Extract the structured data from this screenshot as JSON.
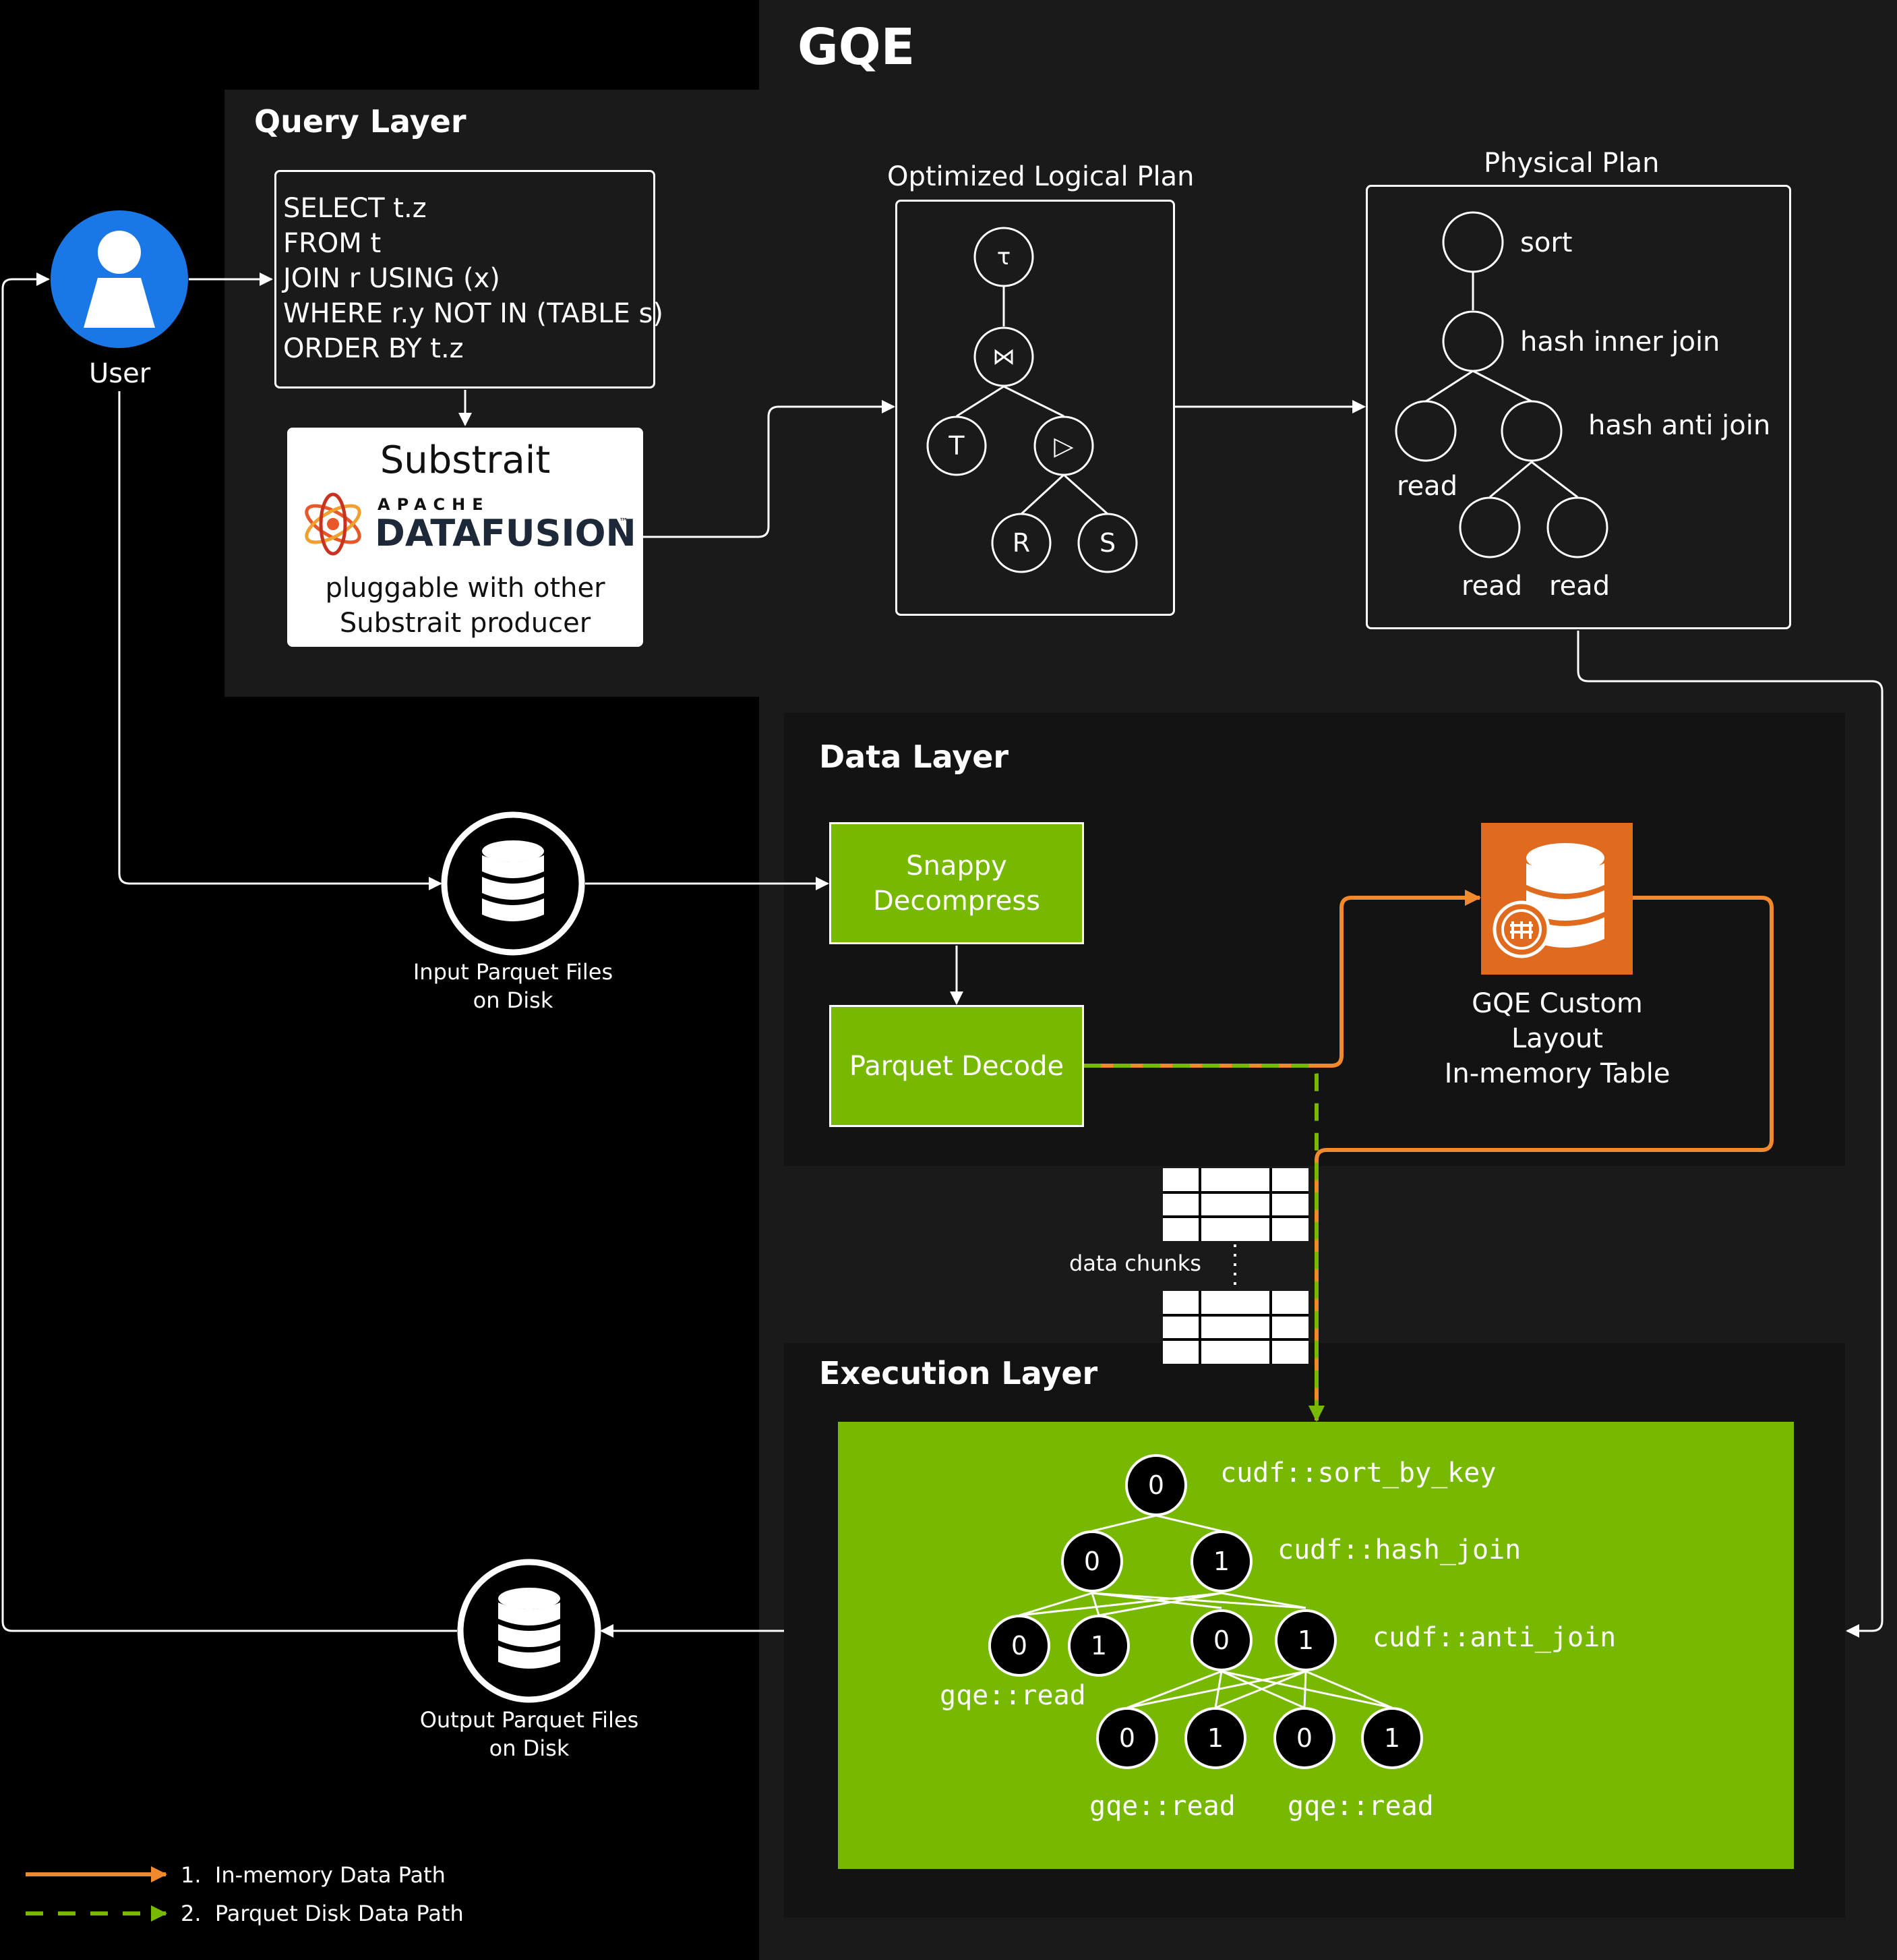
{
  "title": "GQE",
  "user": {
    "label": "User"
  },
  "query_layer": {
    "title": "Query Layer",
    "sql_lines": [
      "SELECT t.z",
      "FROM t",
      "JOIN r USING (x)",
      "WHERE r.y NOT IN (TABLE s)",
      "ORDER BY t.z"
    ],
    "substrait": {
      "title": "Substrait",
      "logo_apache": "APACHE",
      "logo_name": "DATAFUSION",
      "logo_tm": "™",
      "desc_lines": [
        "pluggable with other",
        "Substrait producer"
      ]
    },
    "logical_plan": {
      "title": "Optimized Logical Plan",
      "nodes": [
        "τ",
        "⋈",
        "T",
        "▷",
        "R",
        "S"
      ]
    },
    "physical_plan": {
      "title": "Physical Plan",
      "labels": {
        "sort": "sort",
        "inner": "hash inner join",
        "anti": "hash anti join",
        "read_left": "read",
        "read_mid": "read",
        "read_right": "read"
      }
    }
  },
  "data_layer": {
    "title": "Data Layer",
    "snappy_lines": [
      "Snappy",
      "Decompress"
    ],
    "decode": "Parquet Decode",
    "custom_lines": [
      "GQE Custom",
      "Layout",
      "In-memory Table"
    ],
    "chunks_label": "data chunks"
  },
  "input_files": {
    "lines": [
      "Input Parquet Files",
      "on Disk"
    ]
  },
  "output_files": {
    "lines": [
      "Output Parquet Files",
      "on Disk"
    ]
  },
  "execution_layer": {
    "title": "Execution Layer",
    "ops": {
      "sort": "cudf::sort_by_key",
      "hash": "cudf::hash_join",
      "anti": "cudf::anti_join",
      "read1": "gqe::read",
      "read2": "gqe::read",
      "read3": "gqe::read"
    },
    "node_values": {
      "root": "0",
      "l1a": "0",
      "l1b": "1",
      "l2a": "0",
      "l2b": "1",
      "l2c": "0",
      "l2d": "1",
      "l3a": "0",
      "l3b": "1",
      "l3c": "0",
      "l3d": "1"
    }
  },
  "legend": {
    "items": [
      {
        "num": "1.",
        "label": "In-memory Data Path",
        "color": "#f08a2c",
        "style": "solid"
      },
      {
        "num": "2.",
        "label": "Parquet Disk  Data Path",
        "color": "#76b900",
        "style": "dashed"
      }
    ]
  },
  "colors": {
    "green": "#76b900",
    "orange": "#f08a2c",
    "panel": "#1a1a1a",
    "user_blue": "#1a78e6",
    "custom_orange": "#e06a1e"
  }
}
